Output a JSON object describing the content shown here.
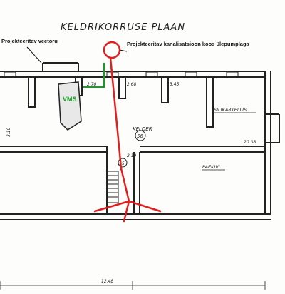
{
  "title": "KELDRIKORRUSE PLAAN",
  "annotations": {
    "water_pipe": "Projekteeritav veetoru",
    "sewer": "Projekteeritav kanalisatsioon koos ülepumplaga",
    "vms": "VMS"
  },
  "room_labels": {
    "silikartellis": "SILIKARTELLIS",
    "kelder": "KELDER",
    "kelder_no": "56",
    "room_55": "55",
    "paekivi": "PAEKIVI"
  },
  "dimensions": {
    "d1": "2.70",
    "d2": "2.68",
    "d3": "3.45",
    "d4": "2.19",
    "d5": "20.38",
    "d6": "3.10",
    "d7": "12.48"
  },
  "colors": {
    "wall": "#222222",
    "sewer": "#e02020",
    "water": "#1a9a2a",
    "vms_fill": "#e8e8e8"
  }
}
